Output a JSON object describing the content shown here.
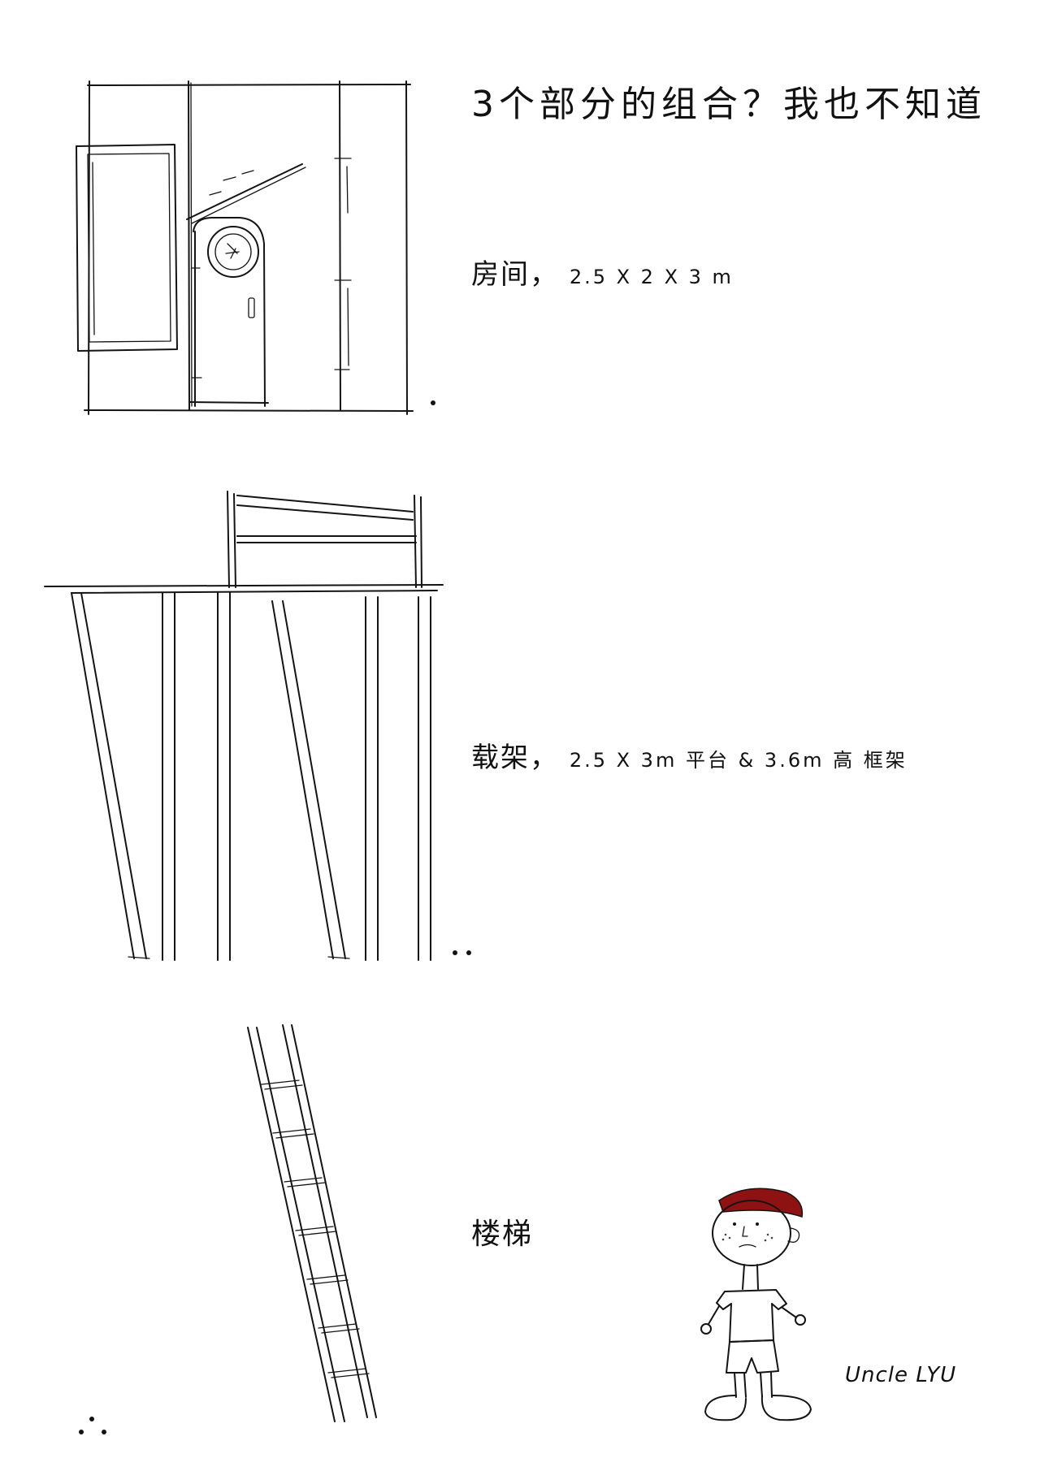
{
  "title": "3个部分的组合？我也不知道",
  "sections": [
    {
      "id": "room",
      "caption_main": "房间，",
      "caption_dims": "2.5 X 2 X 3 m"
    },
    {
      "id": "frame",
      "caption_main": "载架，",
      "caption_dims": "2.5 X 3m 平台 & 3.6m 高 框架"
    },
    {
      "id": "ladder",
      "caption_main": "楼梯",
      "caption_dims": ""
    }
  ],
  "signature": "Uncle LYU",
  "colors": {
    "ink": "#141414",
    "cap": "#8e1212",
    "paper": "#ffffff"
  }
}
